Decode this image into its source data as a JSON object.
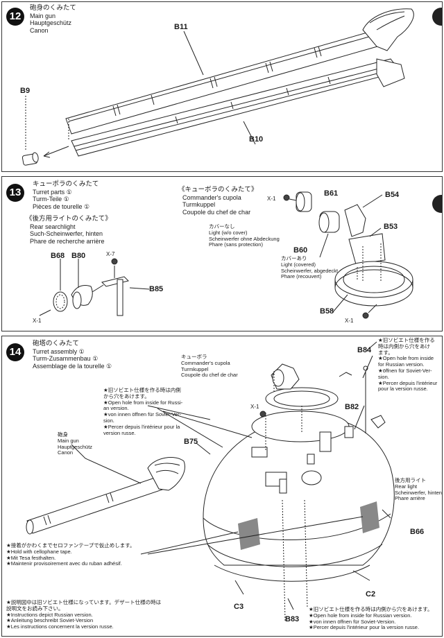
{
  "step12": {
    "number": "12",
    "title_jp": "砲身のくみたて",
    "title_en": "Main gun",
    "title_de": "Hauptgeschütz",
    "title_fr": "Canon",
    "parts": [
      "B11",
      "B9",
      "B10"
    ]
  },
  "step13": {
    "number": "13",
    "title_jp": "キューポラのくみたて",
    "title_en": "Turret parts ①",
    "title_de": "Turm-Teile ①",
    "title_fr": "Pièces de tourelle ①",
    "searchlight": {
      "jp": "《後方用ライトのくみたて》",
      "en": "Rear searchlight",
      "de": "Such-Scheinwerfer, hinten",
      "fr": "Phare de recherche arrière"
    },
    "cupola": {
      "jp": "《キューボラのくみたて》",
      "en": "Commander's cupola",
      "de": "Turmkuppel",
      "fr": "Coupole du chef de char"
    },
    "no_cover": {
      "jp": "カバーなし",
      "en": "Light (w/o cover)",
      "de": "Scheinwerfer ohne Abdeckung",
      "fr": "Phare (sans protection)"
    },
    "with_cover": {
      "jp": "カバーあり",
      "en": "Light (covered)",
      "de": "Scheinwerfer, abgedeckt",
      "fr": "Phare (recouvert)"
    },
    "parts": [
      "B68",
      "B80",
      "X-7",
      "B85",
      "X-1",
      "B61",
      "B54",
      "B53",
      "B60",
      "B58"
    ]
  },
  "step14": {
    "number": "14",
    "title_jp": "砲塔のくみたて",
    "title_en": "Turret assembly ①",
    "title_de": "Turm-Zusammenbau ①",
    "title_fr": "Assemblage de la tourelle ①",
    "cupola": {
      "jp": "キューボラ",
      "en": "Commander's cupola",
      "de": "Turmkuppel",
      "fr": "Coupole du chef de char"
    },
    "gun": {
      "jp": "砲身",
      "en": "Main gun",
      "de": "Hauptgeschütz",
      "fr": "Canon"
    },
    "russian_note_left": {
      "jp1": "★旧ソビエト仕様を作る時は内側",
      "jp2": "から穴をあけます。",
      "en1": "★Open hole from inside for Russi-",
      "en2": "an version.",
      "de1": "★von innen öffnen für Soviet-Ver-",
      "de2": "sion.",
      "fr1": "★Percer depuis l'intérieur pour la",
      "fr2": "version russe."
    },
    "russian_note_right": {
      "jp1": "★旧ソビエト仕様を作る",
      "jp2": "時は内側から穴をあけ",
      "jp3": "ます。",
      "en1": "★Open hole from inside",
      "en2": "for Russian version.",
      "de1": "★öffnen für Soviet-Ver-",
      "de2": "sion.",
      "fr1": "★Percer depuis l'intérieur",
      "fr2": "pour la version russe."
    },
    "rear_light": {
      "jp": "後方用ライト",
      "en": "Rear light",
      "de": "Scheinwerfer, hinten",
      "fr": "Phare arrière"
    },
    "tape_note": {
      "jp": "★接着がかわくまでセロファンテープで仮止めします。",
      "en": "★Hold with cellophane tape.",
      "de": "★Mit Tesa festhalten.",
      "fr": "★Maintenir provisoirement avec du ruban adhésif."
    },
    "instr_note": {
      "jp1": "★説明図中は旧ソビエト仕様になっています。デザート仕様の時は",
      "jp2": "説明文をお読み下さい。",
      "en": "★Instructions depict Russian version.",
      "de": "★Anleitung beschreibt Soviet-Version",
      "fr": "★Les instructions concernent la version russe."
    },
    "bottom_note": {
      "jp": "★旧ソビエト仕様を作る時は内側から穴をあけます。",
      "en": "★Open hole from inside for Russian version.",
      "de": "★von innen öffnen für Soviet-Version.",
      "fr": "★Percer depuis l'intérieur pour la version russe."
    },
    "parts": [
      "B84",
      "X-1",
      "B82",
      "B75",
      "B66",
      "C2",
      "C3",
      "B83"
    ]
  }
}
